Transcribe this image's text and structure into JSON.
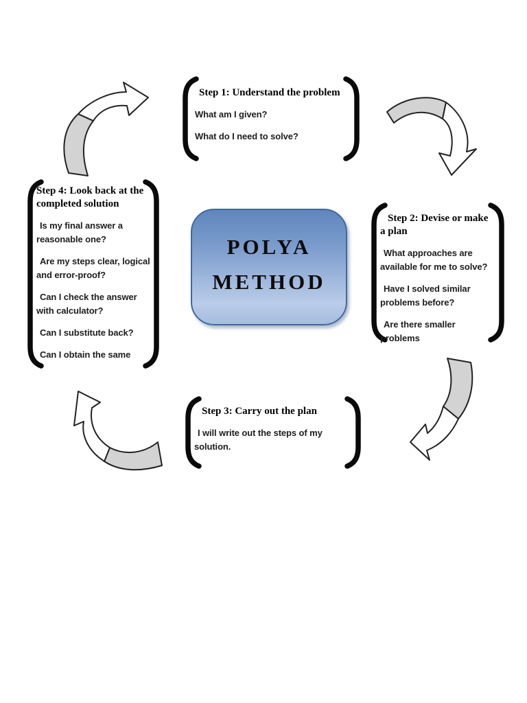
{
  "center_box": {
    "line1": "POLYA",
    "line2": "METHOD",
    "fill_top": "#5f86bd",
    "fill_bottom": "#b9cce8",
    "border_color": "#41689f",
    "text_color": "#0d0d0d"
  },
  "steps": [
    {
      "header": "Step 1: Understand the problem",
      "lines": [
        "What am I given?",
        "What do I need to solve?"
      ]
    },
    {
      "header": "Step 2: Devise or make a plan",
      "lines": [
        "What approaches are available for me to solve?",
        "Have I solved similar problems before?",
        "Are there smaller problems"
      ]
    },
    {
      "header": "Step 3: Carry out the plan",
      "lines": [
        "I will write out the steps of my solution."
      ]
    },
    {
      "header": "Step 4: Look back at the completed solution",
      "lines": [
        "Is my final answer a reasonable one?",
        "Are my steps clear, logical and error-proof?",
        "Can I check the answer with calculator?",
        "Can I substitute back?",
        "Can I obtain the same"
      ]
    }
  ],
  "arrows": [
    {
      "name": "step4-to-step1",
      "direction": "up-right"
    },
    {
      "name": "step1-to-step2",
      "direction": "down"
    },
    {
      "name": "step2-to-step3",
      "direction": "left"
    },
    {
      "name": "step3-to-step4",
      "direction": "up"
    }
  ],
  "colors": {
    "bracket": "#0a0a0a",
    "arrow-fill": "#d3d3d3",
    "arrow-stroke": "#222222",
    "box-top": "#5f86bd",
    "box-bottom": "#b9cce8",
    "box-border": "#41689f"
  }
}
